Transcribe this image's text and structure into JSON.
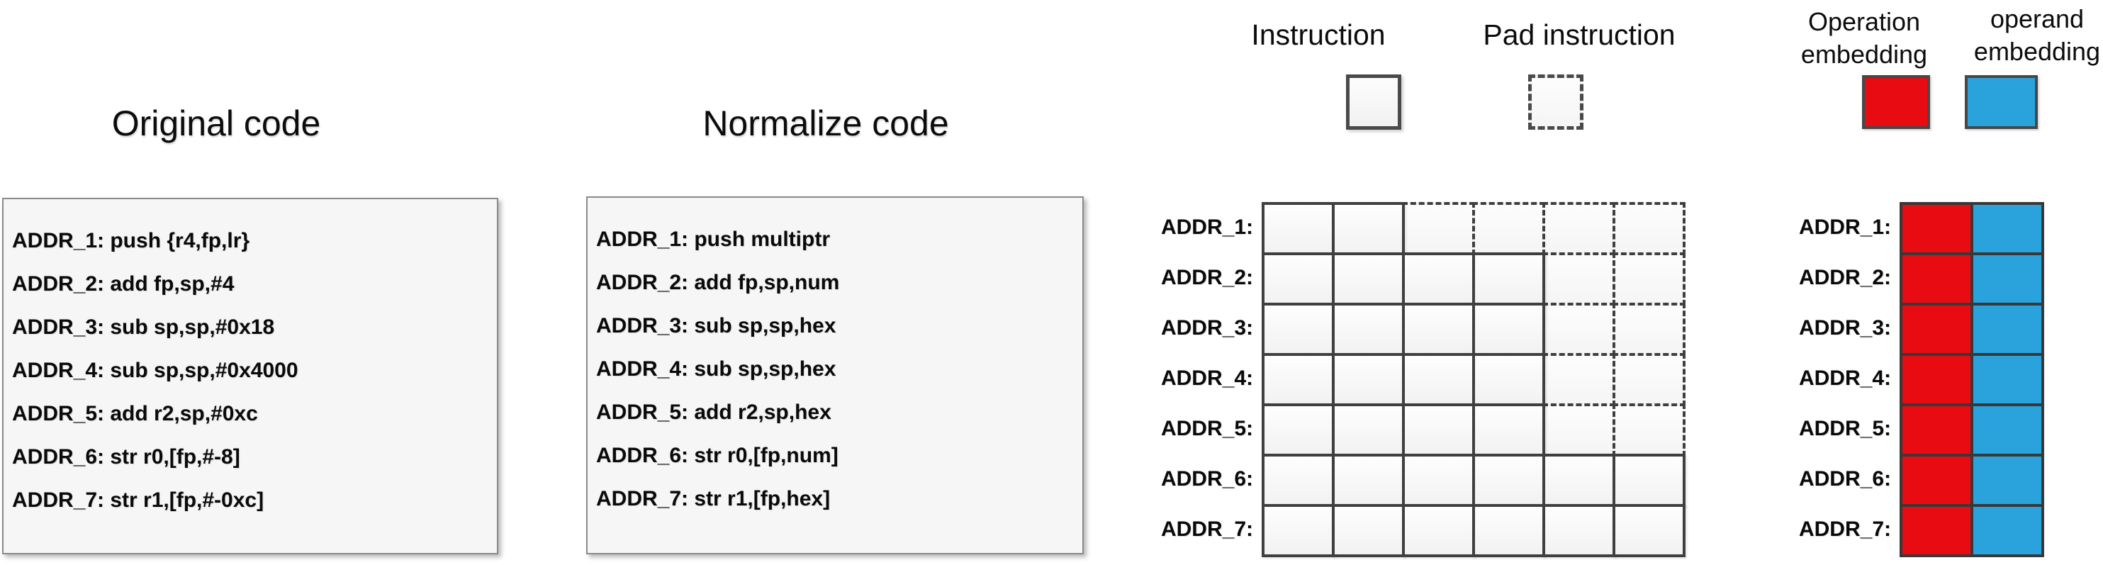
{
  "figure": {
    "original_panel": {
      "title": "Original code",
      "lines": [
        "ADDR_1: push {r4,fp,lr}",
        "ADDR_2: add fp,sp,#4",
        "ADDR_3: sub sp,sp,#0x18",
        "ADDR_4: sub sp,sp,#0x4000",
        "ADDR_5: add r2,sp,#0xc",
        "ADDR_6: str r0,[fp,#-8]",
        "ADDR_7: str r1,[fp,#-0xc]"
      ]
    },
    "normalized_panel": {
      "title": "Normalize code",
      "lines": [
        "ADDR_1: push multiptr",
        "ADDR_2: add fp,sp,num",
        "ADDR_3: sub sp,sp,hex",
        "ADDR_4: sub sp,sp,hex",
        "ADDR_5: add r2,sp,hex",
        "ADDR_6: str r0,[fp,num]",
        "ADDR_7: str r1,[fp,hex]"
      ]
    },
    "instruction_grid": {
      "legend": {
        "instruction_label": "Instruction",
        "pad_label": "Pad instruction"
      },
      "row_labels": [
        "ADDR_1:",
        "ADDR_2:",
        "ADDR_3:",
        "ADDR_4:",
        "ADDR_5:",
        "ADDR_6:",
        "ADDR_7:"
      ],
      "columns": 6,
      "solid_counts": [
        2,
        4,
        4,
        4,
        4,
        6,
        6
      ]
    },
    "embedding_panel": {
      "legend": {
        "operation_lines": [
          "Operation",
          "embedding"
        ],
        "operand_lines": [
          "operand",
          "embedding"
        ]
      },
      "row_labels": [
        "ADDR_1:",
        "ADDR_2:",
        "ADDR_3:",
        "ADDR_4:",
        "ADDR_5:",
        "ADDR_6:",
        "ADDR_7:"
      ],
      "colors": {
        "operation": "#E80C12",
        "operand": "#2AA3DC"
      }
    }
  }
}
